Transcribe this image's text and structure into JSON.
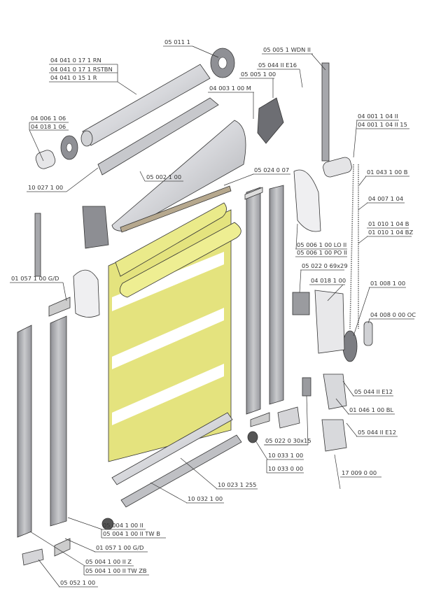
{
  "diagram": {
    "type": "exploded-parts-diagram",
    "colors": {
      "fabric": "#e4e37e",
      "metal": "#b8b9bd",
      "plastic": "#e8e8ea",
      "outline": "#333333"
    },
    "labels": {
      "l1": "05 011 1",
      "l2": "05 005 1 WDN II",
      "l3a": "04 041 0 17 1 RN",
      "l3b": "04 041 0 17 1 RSTBN",
      "l3c": "04 041 0 15 1 R",
      "l4": "05 044 II E16",
      "l5": "05 005 1 00",
      "l6": "04 003 1 00 M",
      "l7a": "04 006 1 06",
      "l7b": "04 018 1 06",
      "l8a": "04 001 1 04 II",
      "l8b": "04 001 1 04 II 15",
      "l9": "05 024 0 07",
      "l10": "05 002 1 00",
      "l11": "01 043 1 00 B",
      "l12": "10 027 1 00",
      "l13": "04 007 1 04",
      "l14a": "01 010 1 04 B",
      "l14b": "01 010 1 04 BZ",
      "l15a": "05 006 1 00 LO II",
      "l15b": "05 006 1 00 PO II",
      "l16": "05 022 0 69x29",
      "l17": "01 057 1 00 G/D",
      "l18": "04 018 1 00",
      "l19": "01 008 1 00",
      "l20": "04 008 0 00 OC",
      "l21": "05 044 II E12",
      "l22": "01 046 1 00 BL",
      "l23": "05 044 II E12",
      "l24": "05 022 0 30x15",
      "l25a": "10 033 1 00",
      "l25b": "10 033 0 00",
      "l26": "17 009 0 00",
      "l27": "10 023 1 255",
      "l28": "10 032 1 00",
      "l29a": "05 004 1 00 II",
      "l29b": "05 004 1 00 II TW B",
      "l30": "01 057 1 00 G/D",
      "l31a": "05 004 1 00 II Z",
      "l31b": "05 004 1 00 II TW ZB",
      "l32": "05 052 1 00"
    }
  }
}
